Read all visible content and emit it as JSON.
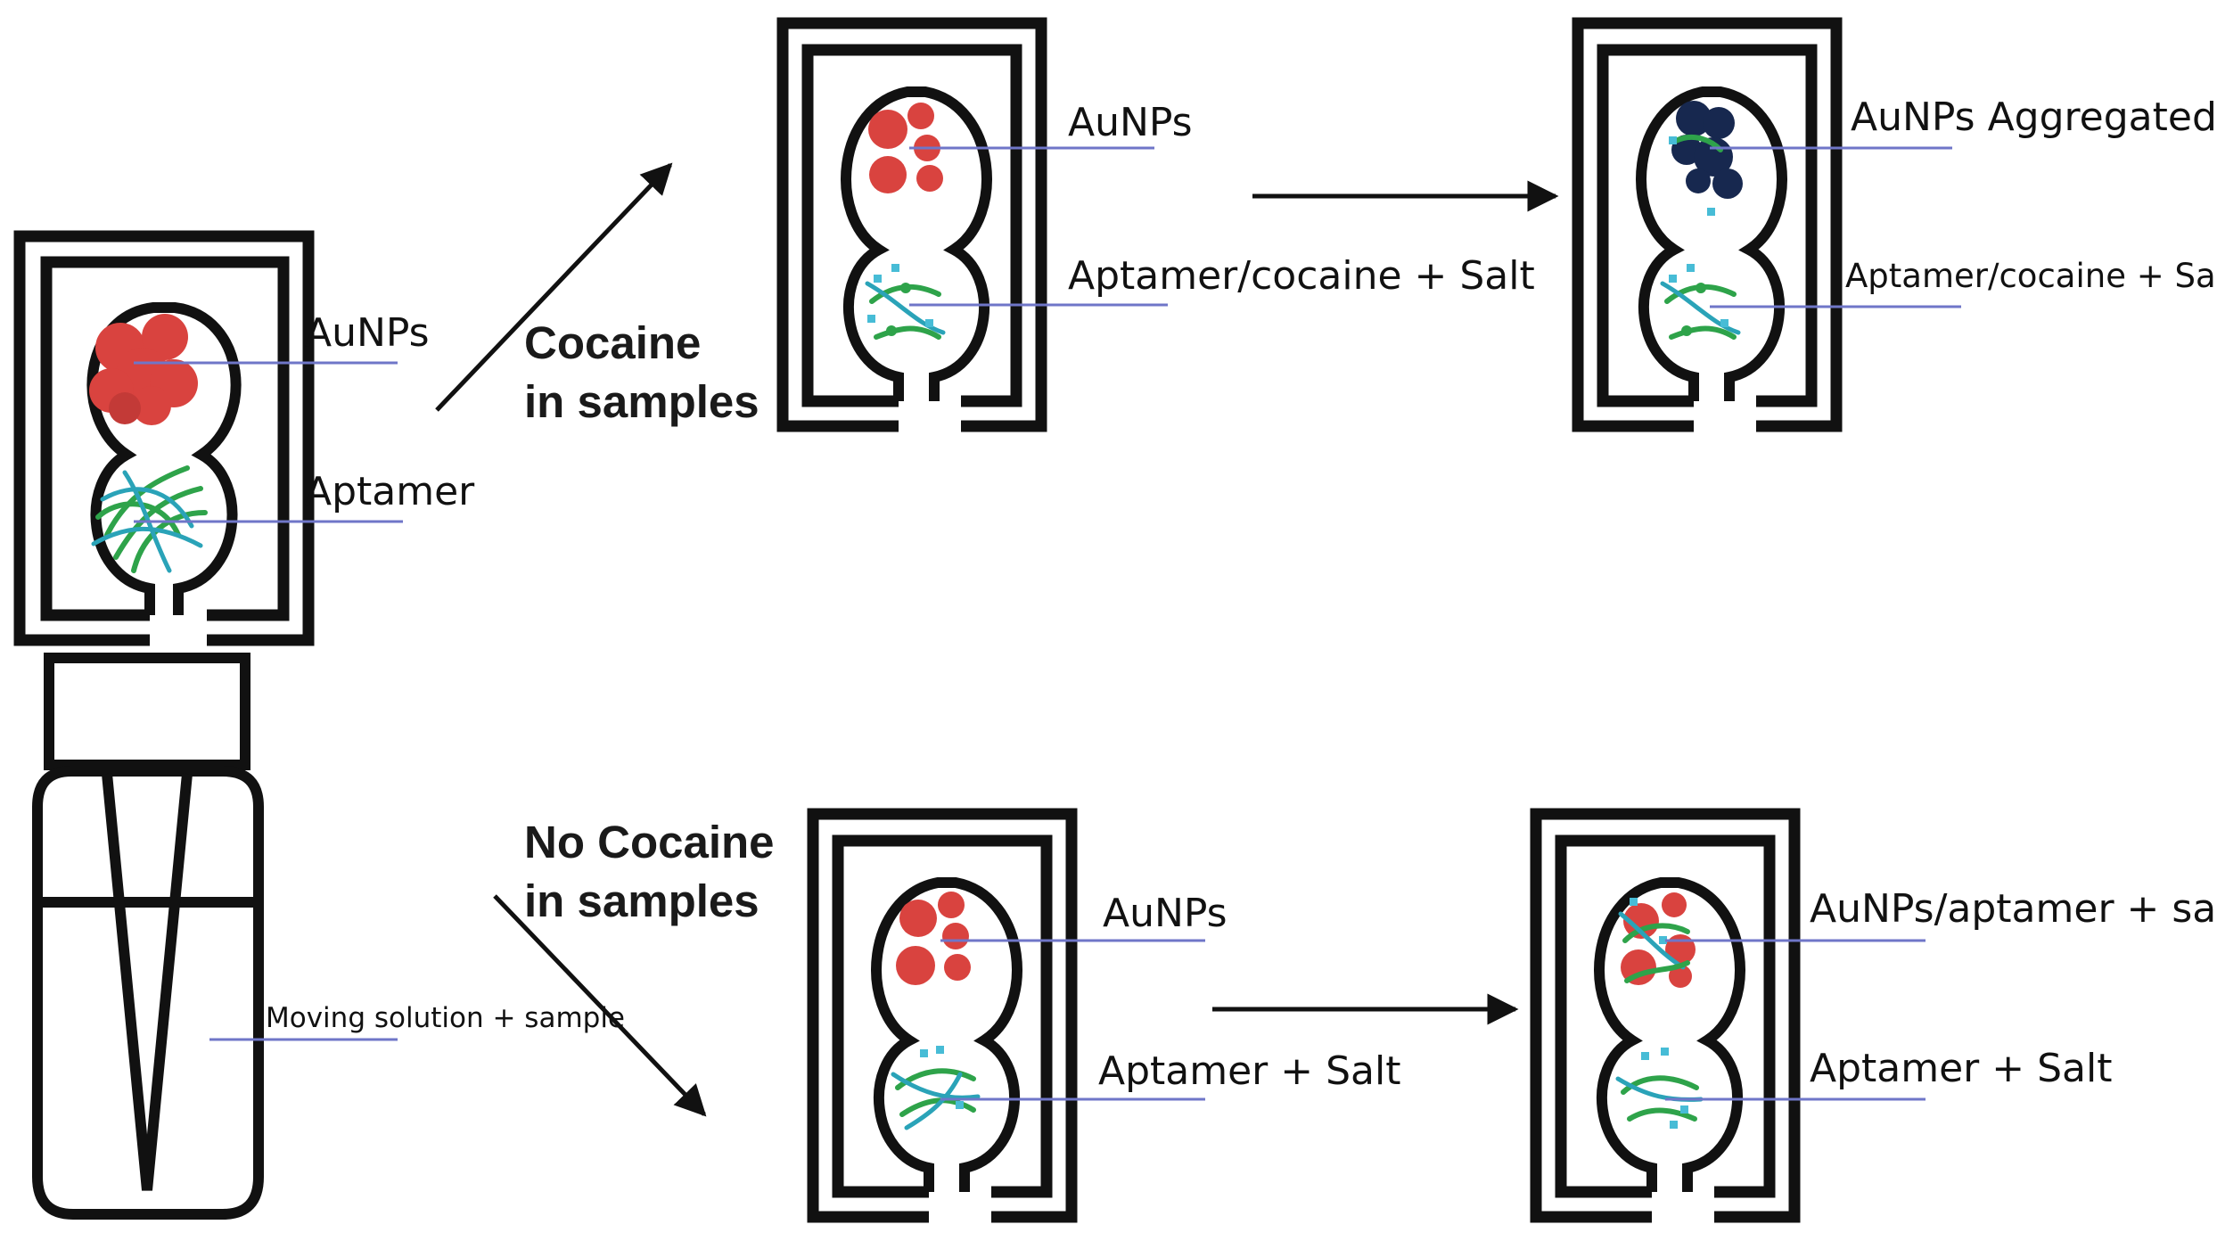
{
  "colors": {
    "gold_np": "#d9433f",
    "aggregated_np": "#17284f",
    "aptamer_green": "#2ea34a",
    "aptamer_cyan": "#2aa3b8",
    "salt_cyan": "#47bcd6",
    "leader_line": "#6f76c8"
  },
  "left_device": {
    "aunps_label": "AuNPs",
    "aptamer_label": "Aptamer",
    "moving_label": "Moving solution + sample"
  },
  "branches": {
    "cocaine": {
      "label_line1": "Cocaine",
      "label_line2": "in samples",
      "stage1": {
        "top": "AuNPs",
        "bottom": "Aptamer/cocaine + Salt"
      },
      "stage2": {
        "top": "AuNPs Aggregated",
        "bottom": "Aptamer/cocaine + Salt"
      }
    },
    "no_cocaine": {
      "label_line1": "No Cocaine",
      "label_line2": "in samples",
      "stage1": {
        "top": "AuNPs",
        "bottom": "Aptamer + Salt"
      },
      "stage2": {
        "top": "AuNPs/aptamer + salt",
        "bottom": "Aptamer + Salt"
      }
    }
  }
}
